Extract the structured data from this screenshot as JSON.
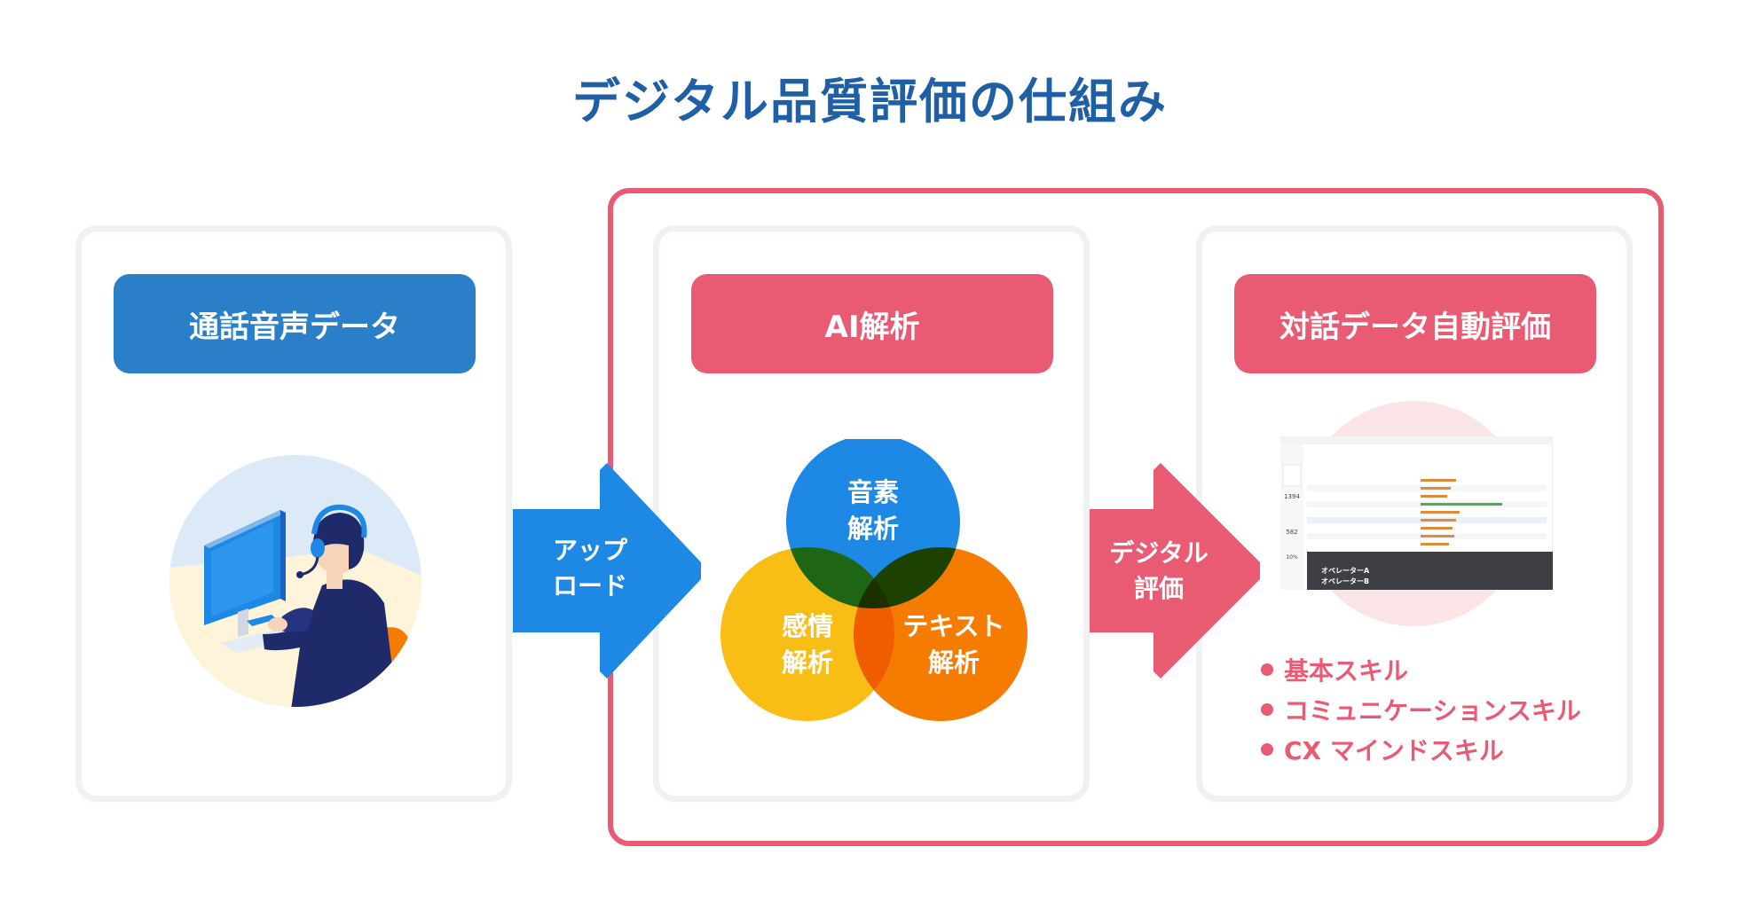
{
  "title": "デジタル品質評価の仕組み",
  "panels": {
    "left_header": "通話音声データ",
    "middle_header": "AI解析",
    "right_header": "対話データ自動評価"
  },
  "arrows": {
    "upload_line1": "アップ",
    "upload_line2": "ロード",
    "eval_line1": "デジタル",
    "eval_line2": "評価"
  },
  "venn": {
    "voice_line1": "音素",
    "voice_line2": "解析",
    "emotion_line1": "感情",
    "emotion_line2": "解析",
    "text_line1": "テキスト",
    "text_line2": "解析"
  },
  "dashboard": {
    "operator_a": "オペレーターA",
    "operator_b": "オペレーターB",
    "stat1": "1394",
    "stat2": "582",
    "stat3": "10%"
  },
  "skills": [
    "基本スキル",
    "コミュニケーションスキル",
    "CX マインドスキル"
  ],
  "colors": {
    "title": "#1e5fa5",
    "blue_header": "#2a7fc8",
    "pink": "#e95a73",
    "arrow_blue": "#1e88e5",
    "voice_circle": "#1e88e5",
    "emotion_circle": "#f9be16",
    "text_circle": "#f57c00"
  }
}
